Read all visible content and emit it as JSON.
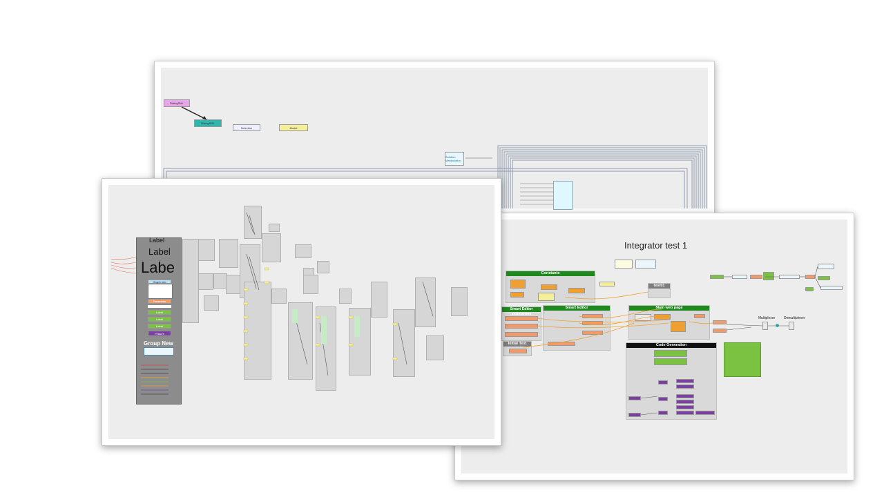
{
  "back_screenshot": {
    "nodes": [
      "DialogSML",
      "DialogSML",
      "Selection",
      "Model",
      "Solution Manipulation"
    ]
  },
  "left_screenshot": {
    "palette": {
      "labels": [
        "Label",
        "Label",
        "Labe"
      ],
      "items": [
        "Graph Info",
        "Parameter",
        "Label",
        "Label",
        "Label",
        "Feature"
      ],
      "group_title": "Group New"
    }
  },
  "right_screenshot": {
    "title": "Integrator test 1",
    "groups": {
      "constants": "Constants",
      "smart_editor": "Smart Editor",
      "smart_editor_ext": "Smart Editor extensions",
      "main_web_page": "Main web page",
      "code_generation": "Code Generation",
      "initial_text": "Initial Text",
      "test": "test01"
    },
    "labels": {
      "multiplexer": "Multiplexer",
      "demultiplexer": "Demultiplexer"
    }
  },
  "colors": {
    "group_header": "#1e8a1e",
    "code_gen_header": "#111111",
    "node_orange": "#f0a030",
    "node_salmon": "#f29a6a",
    "node_green": "#7cc242",
    "node_purple": "#7b3fa0",
    "node_pink": "#e7a5e9",
    "node_teal": "#2fb7ad",
    "node_yellow": "#f5ef9a"
  }
}
